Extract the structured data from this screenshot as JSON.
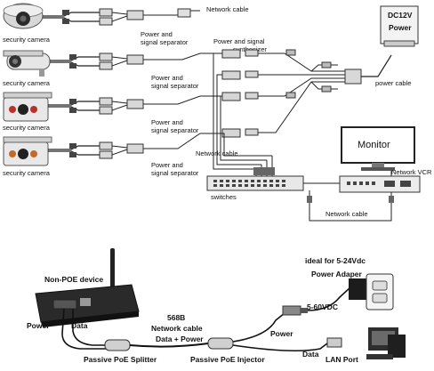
{
  "top_diagram": {
    "camera_label": "security camera",
    "network_cable_label": "Network cable",
    "splitter_label_line1": "Power and",
    "splitter_label_line2": "signal separator",
    "synthesizer_label_line1": "Power and signal",
    "synthesizer_label_line2": "synthesizer",
    "power_box_line1": "DC12V",
    "power_box_line2": "Power",
    "power_cable_label": "power cable",
    "monitor_label": "Monitor",
    "switches_label": "switches",
    "vcr_label": "Network VCR",
    "bottom_network_cable_label": "Network cable"
  },
  "bottom_diagram": {
    "device_label": "Non-POE device",
    "power_label_left": "Power",
    "data_label_left": "Data",
    "standard_label": "568B",
    "network_cable_label": "Network cable",
    "data_power_label": "Data + Power",
    "splitter_label": "Passive PoE Splitter",
    "injector_label": "Passive PoE Injector",
    "ideal_label": "ideal for 5-24Vdc",
    "adapter_label": "Power Adaper",
    "voltage_label": "5-60VDC",
    "power_label_right": "Power",
    "data_label_right": "Data",
    "lan_label": "LAN Port"
  }
}
